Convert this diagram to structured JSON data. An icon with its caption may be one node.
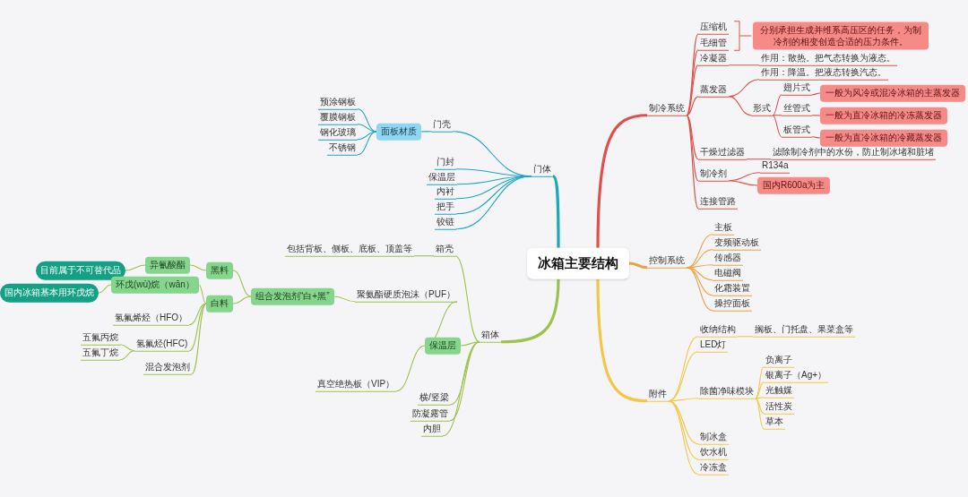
{
  "diagram": {
    "nodes": [
      {
        "text": [
          "冰箱主要结构"
        ]
      },
      {
        "text": [
          "制冷系统"
        ]
      },
      {
        "text": [
          "压缩机"
        ]
      },
      {
        "text": [
          "毛细管"
        ]
      },
      {
        "text": [
          "分别承担生成并维系高压区的任务，为制冷剂的相变创造合适的压力条件。"
        ]
      },
      {
        "text": [
          "冷凝器"
        ]
      },
      {
        "text": [
          "作用：散热。把气态转换为液态。"
        ]
      },
      {
        "text": [
          "蒸发器"
        ]
      },
      {
        "text": [
          "作用：降温。把液态转换汽态。"
        ]
      },
      {
        "text": [
          "形式"
        ]
      },
      {
        "text": [
          "翅片式"
        ]
      },
      {
        "text": [
          "一般为风冷或混冷冰箱的主蒸发器"
        ]
      },
      {
        "text": [
          "丝管式"
        ]
      },
      {
        "text": [
          "一般为直冷冰箱的冷冻蒸发器"
        ]
      },
      {
        "text": [
          "板管式"
        ]
      },
      {
        "text": [
          "一般为直冷冰箱的冷藏蒸发器"
        ]
      },
      {
        "text": [
          "干燥过滤器"
        ]
      },
      {
        "text": [
          "滤除制冷剂中的水份，防止制冰堵和脏堵"
        ]
      },
      {
        "text": [
          "制冷剂"
        ]
      },
      {
        "text": [
          "R134a"
        ]
      },
      {
        "text": [
          "国内R600a为主"
        ]
      },
      {
        "text": [
          "连接管路"
        ]
      },
      {
        "text": [
          "控制系统"
        ]
      },
      {
        "text": [
          "主板"
        ]
      },
      {
        "text": [
          "变频驱动板"
        ]
      },
      {
        "text": [
          "传感器"
        ]
      },
      {
        "text": [
          "电磁阀"
        ]
      },
      {
        "text": [
          "化霜装置"
        ]
      },
      {
        "text": [
          "操控面板"
        ]
      },
      {
        "text": [
          "附件"
        ]
      },
      {
        "text": [
          "收纳结构"
        ]
      },
      {
        "text": [
          "搁板、门托盘、果菜盒等"
        ]
      },
      {
        "text": [
          "LED灯"
        ]
      },
      {
        "text": [
          "除菌净味模块"
        ]
      },
      {
        "text": [
          "负离子"
        ]
      },
      {
        "text": [
          "银离子（Ag+）"
        ]
      },
      {
        "text": [
          "光触媒"
        ]
      },
      {
        "text": [
          "活性炭"
        ]
      },
      {
        "text": [
          "草本"
        ]
      },
      {
        "text": [
          "制冰盒"
        ]
      },
      {
        "text": [
          "饮水机"
        ]
      },
      {
        "text": [
          "冷冻盒"
        ]
      },
      {
        "text": [
          "门体"
        ]
      },
      {
        "text": [
          "门壳"
        ]
      },
      {
        "text": [
          "面板材质"
        ]
      },
      {
        "text": [
          "预涂钢板"
        ]
      },
      {
        "text": [
          "覆膜钢板"
        ]
      },
      {
        "text": [
          "钢化玻璃"
        ]
      },
      {
        "text": [
          "不锈钢"
        ]
      },
      {
        "text": [
          "门封"
        ]
      },
      {
        "text": [
          "保温层"
        ]
      },
      {
        "text": [
          "内衬"
        ]
      },
      {
        "text": [
          "把手"
        ]
      },
      {
        "text": [
          "铰链"
        ]
      },
      {
        "text": [
          "箱体"
        ]
      },
      {
        "text": [
          "箱壳"
        ]
      },
      {
        "text": [
          "包括背板、侧板、底板、顶盖等"
        ]
      },
      {
        "text": [
          "保温层"
        ]
      },
      {
        "text": [
          "聚氨酯硬质泡沫（PUF）"
        ]
      },
      {
        "text": [
          "组合发泡剂“白+黑”"
        ]
      },
      {
        "text": [
          "黑料"
        ]
      },
      {
        "text": [
          "异氰酸酯"
        ]
      },
      {
        "text": [
          "目前属于不可替代品"
        ]
      },
      {
        "text": [
          "白料"
        ]
      },
      {
        "text": [
          "环戊(wù)烷（wān）"
        ]
      },
      {
        "text": [
          "国内冰箱基本用环戊烷"
        ]
      },
      {
        "text": [
          "氢氟烯烃（HFO）"
        ]
      },
      {
        "text": [
          "氢氟烃(HFC)"
        ]
      },
      {
        "text": [
          "五氟丙烷"
        ]
      },
      {
        "text": [
          "五氟丁烷"
        ]
      },
      {
        "text": [
          "混合发泡剂"
        ]
      },
      {
        "text": [
          "真空绝热板（VIP）"
        ]
      },
      {
        "text": [
          "横/竖梁"
        ]
      },
      {
        "text": [
          "防凝露管"
        ]
      },
      {
        "text": [
          "内胆"
        ]
      }
    ],
    "edges": [
      {
        "from": 0,
        "to": 1,
        "arrow": "none",
        "style": "thick",
        "color": "#e0504a"
      },
      {
        "from": 1,
        "to": 2,
        "arrow": "none",
        "color": "#e0504a"
      },
      {
        "from": 1,
        "to": 3,
        "arrow": "none",
        "color": "#e0504a"
      },
      {
        "from": 1,
        "to": 5,
        "arrow": "none",
        "color": "#e0504a"
      },
      {
        "from": 5,
        "to": 6,
        "arrow": "none",
        "color": "#e0504a"
      },
      {
        "from": 1,
        "to": 7,
        "arrow": "none",
        "color": "#e0504a"
      },
      {
        "from": 7,
        "to": 8,
        "arrow": "none",
        "color": "#e0504a"
      },
      {
        "from": 7,
        "to": 9,
        "arrow": "none",
        "color": "#e0504a"
      },
      {
        "from": 9,
        "to": 10,
        "arrow": "none",
        "color": "#e0504a"
      },
      {
        "from": 10,
        "to": 11,
        "arrow": "none",
        "color": "#e0504a"
      },
      {
        "from": 9,
        "to": 12,
        "arrow": "none",
        "color": "#e0504a"
      },
      {
        "from": 12,
        "to": 13,
        "arrow": "none",
        "color": "#e0504a"
      },
      {
        "from": 9,
        "to": 14,
        "arrow": "none",
        "color": "#e0504a"
      },
      {
        "from": 14,
        "to": 15,
        "arrow": "none",
        "color": "#e0504a"
      },
      {
        "from": 1,
        "to": 16,
        "arrow": "none",
        "color": "#e0504a"
      },
      {
        "from": 16,
        "to": 17,
        "arrow": "none",
        "color": "#e0504a"
      },
      {
        "from": 1,
        "to": 18,
        "arrow": "none",
        "color": "#e0504a"
      },
      {
        "from": 18,
        "to": 19,
        "arrow": "none",
        "color": "#e0504a"
      },
      {
        "from": 18,
        "to": 20,
        "arrow": "none",
        "color": "#e0504a"
      },
      {
        "from": 1,
        "to": 21,
        "arrow": "none",
        "color": "#e0504a"
      },
      {
        "from": 0,
        "to": 22,
        "arrow": "none",
        "style": "thick",
        "color": "#f0a040"
      },
      {
        "from": 22,
        "to": 23,
        "arrow": "none",
        "color": "#f0a040"
      },
      {
        "from": 22,
        "to": 24,
        "arrow": "none",
        "color": "#f0a040"
      },
      {
        "from": 22,
        "to": 25,
        "arrow": "none",
        "color": "#f0a040"
      },
      {
        "from": 22,
        "to": 26,
        "arrow": "none",
        "color": "#f0a040"
      },
      {
        "from": 22,
        "to": 27,
        "arrow": "none",
        "color": "#f0a040"
      },
      {
        "from": 22,
        "to": 28,
        "arrow": "none",
        "color": "#f0a040"
      },
      {
        "from": 0,
        "to": 29,
        "arrow": "none",
        "style": "thick",
        "color": "#f3c744"
      },
      {
        "from": 29,
        "to": 30,
        "arrow": "none",
        "color": "#f3c744"
      },
      {
        "from": 30,
        "to": 31,
        "arrow": "none",
        "color": "#f3c744"
      },
      {
        "from": 29,
        "to": 32,
        "arrow": "none",
        "color": "#f3c744"
      },
      {
        "from": 29,
        "to": 33,
        "arrow": "none",
        "color": "#f3c744"
      },
      {
        "from": 33,
        "to": 34,
        "arrow": "none",
        "color": "#f3c744"
      },
      {
        "from": 33,
        "to": 35,
        "arrow": "none",
        "color": "#f3c744"
      },
      {
        "from": 33,
        "to": 36,
        "arrow": "none",
        "color": "#f3c744"
      },
      {
        "from": 33,
        "to": 37,
        "arrow": "none",
        "color": "#f3c744"
      },
      {
        "from": 33,
        "to": 38,
        "arrow": "none",
        "color": "#f3c744"
      },
      {
        "from": 29,
        "to": 39,
        "arrow": "none",
        "color": "#f3c744"
      },
      {
        "from": 29,
        "to": 40,
        "arrow": "none",
        "color": "#f3c744"
      },
      {
        "from": 29,
        "to": 41,
        "arrow": "none",
        "color": "#f3c744"
      },
      {
        "from": 0,
        "to": 42,
        "arrow": "none",
        "style": "thick",
        "color": "#1ba6c2"
      },
      {
        "from": 42,
        "to": 43,
        "arrow": "none",
        "color": "#1ba6c2"
      },
      {
        "from": 43,
        "to": 44,
        "arrow": "none",
        "color": "#1ba6c2"
      },
      {
        "from": 44,
        "to": 45,
        "arrow": "none",
        "color": "#1ba6c2"
      },
      {
        "from": 44,
        "to": 46,
        "arrow": "none",
        "color": "#1ba6c2"
      },
      {
        "from": 44,
        "to": 47,
        "arrow": "none",
        "color": "#1ba6c2"
      },
      {
        "from": 44,
        "to": 48,
        "arrow": "none",
        "color": "#1ba6c2"
      },
      {
        "from": 42,
        "to": 49,
        "arrow": "none",
        "color": "#1ba6c2"
      },
      {
        "from": 42,
        "to": 50,
        "arrow": "none",
        "color": "#1ba6c2"
      },
      {
        "from": 42,
        "to": 51,
        "arrow": "none",
        "color": "#1ba6c2"
      },
      {
        "from": 42,
        "to": 52,
        "arrow": "none",
        "color": "#1ba6c2"
      },
      {
        "from": 42,
        "to": 53,
        "arrow": "none",
        "color": "#1ba6c2"
      },
      {
        "from": 0,
        "to": 54,
        "arrow": "none",
        "style": "thick",
        "color": "#9cc24c"
      },
      {
        "from": 54,
        "to": 55,
        "arrow": "none",
        "color": "#9cc24c"
      },
      {
        "from": 55,
        "to": 56,
        "arrow": "none",
        "color": "#9cc24c"
      },
      {
        "from": 54,
        "to": 57,
        "arrow": "none",
        "color": "#9cc24c"
      },
      {
        "from": 57,
        "to": 58,
        "arrow": "none",
        "color": "#9cc24c"
      },
      {
        "from": 58,
        "to": 59,
        "arrow": "none",
        "color": "#9cc24c"
      },
      {
        "from": 59,
        "to": 60,
        "arrow": "none",
        "color": "#9cc24c"
      },
      {
        "from": 60,
        "to": 61,
        "arrow": "none",
        "color": "#9cc24c"
      },
      {
        "from": 61,
        "to": 62,
        "arrow": "none",
        "color": "#9cc24c"
      },
      {
        "from": 59,
        "to": 63,
        "arrow": "none",
        "color": "#9cc24c"
      },
      {
        "from": 63,
        "to": 64,
        "arrow": "none",
        "color": "#9cc24c"
      },
      {
        "from": 64,
        "to": 65,
        "arrow": "none",
        "color": "#9cc24c"
      },
      {
        "from": 63,
        "to": 66,
        "arrow": "none",
        "color": "#9cc24c"
      },
      {
        "from": 63,
        "to": 67,
        "arrow": "none",
        "color": "#9cc24c"
      },
      {
        "from": 67,
        "to": 68,
        "arrow": "none",
        "color": "#9cc24c"
      },
      {
        "from": 67,
        "to": 69,
        "arrow": "none",
        "color": "#9cc24c"
      },
      {
        "from": 63,
        "to": 70,
        "arrow": "none",
        "color": "#9cc24c"
      },
      {
        "from": 57,
        "to": 71,
        "arrow": "none",
        "color": "#9cc24c"
      },
      {
        "from": 54,
        "to": 72,
        "arrow": "none",
        "color": "#9cc24c"
      },
      {
        "from": 54,
        "to": 73,
        "arrow": "none",
        "color": "#9cc24c"
      },
      {
        "from": 54,
        "to": 74,
        "arrow": "none",
        "color": "#9cc24c"
      }
    ]
  }
}
